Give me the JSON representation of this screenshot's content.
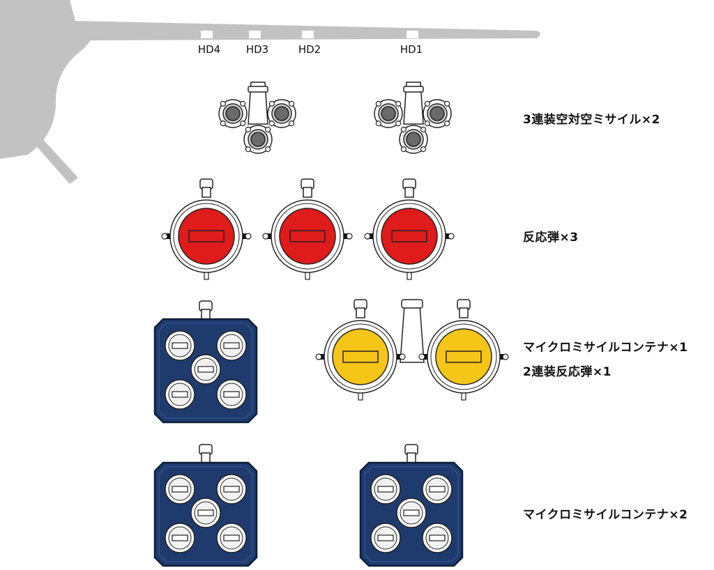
{
  "hardpoints": [
    "HD4",
    "HD3",
    "HD2",
    "HD1"
  ],
  "captions": {
    "row1": "3連装空対空ミサイル×2",
    "row2": "反応弾×3",
    "row3a": "マイクロミサイルコンテナ×1",
    "row3b": "2連装反応弾×1",
    "row4": "マイクロミサイルコンテナ×2"
  },
  "colors": {
    "wing": "#c2c2c2",
    "red_warhead": "#e01b1b",
    "yellow_warhead": "#f5c518",
    "container_blue": "#1f3b6e",
    "missile_grey": "#6b6b6b",
    "outline": "#222222"
  }
}
